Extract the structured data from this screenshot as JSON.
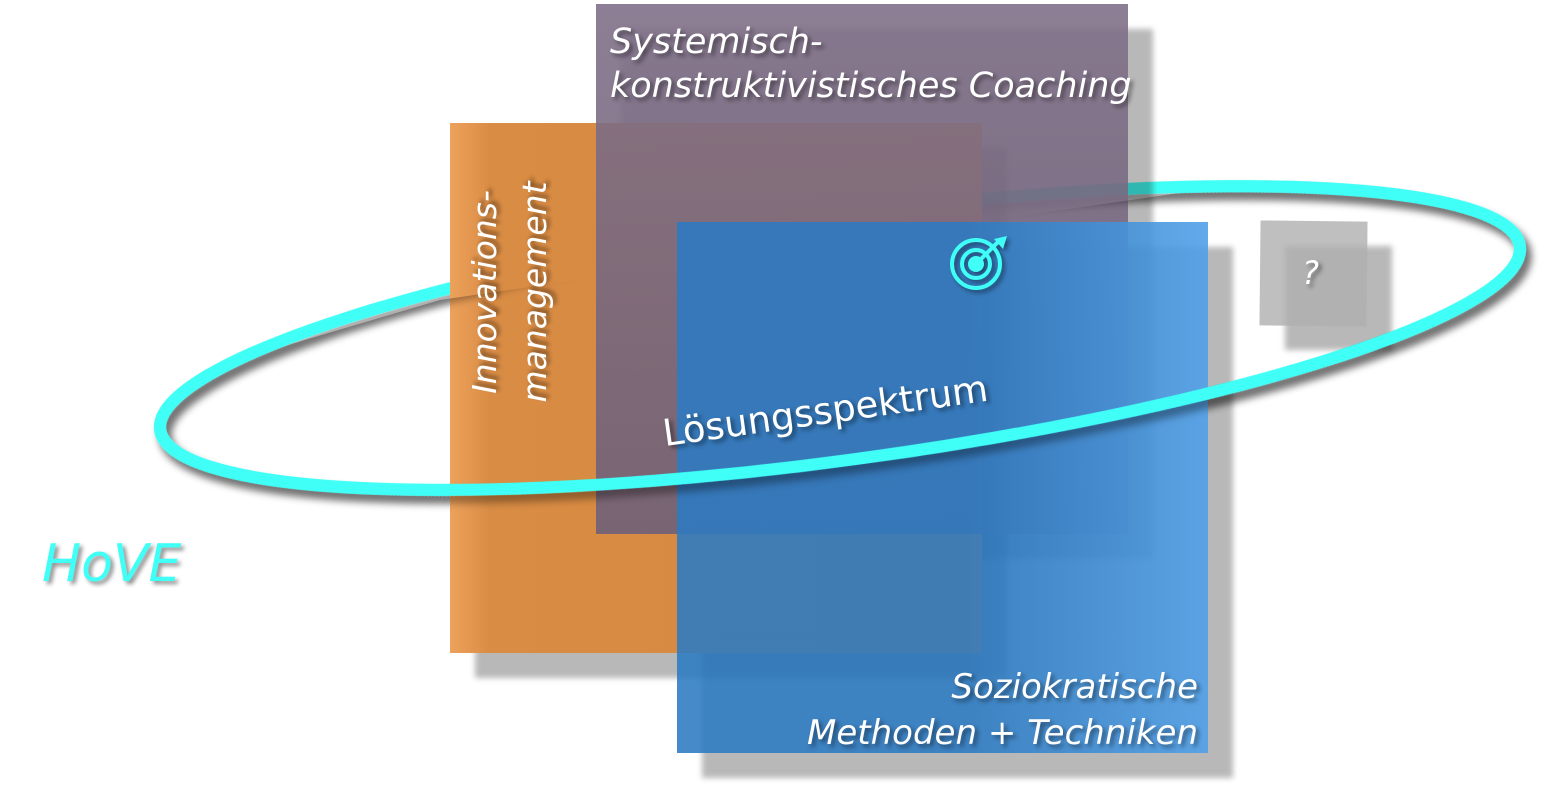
{
  "boxes": {
    "coaching": {
      "line1": "Systemisch-",
      "line2": "konstruktivistisches Coaching",
      "color": "#7A6A80"
    },
    "innovation": {
      "line1": "Innovations-",
      "line2": "management",
      "color": "#D4883E"
    },
    "sociocratic": {
      "line1": "Soziokratische",
      "line2": "Methoden + Techniken",
      "color": "#2F7CC2"
    },
    "unknown": {
      "label": "?",
      "color": "#BDBDBD"
    }
  },
  "ring": {
    "label": "Lösungsspektrum",
    "color": "#3FFFF6"
  },
  "brand": {
    "label": "HoVE"
  },
  "icons": {
    "center": "target-icon"
  }
}
